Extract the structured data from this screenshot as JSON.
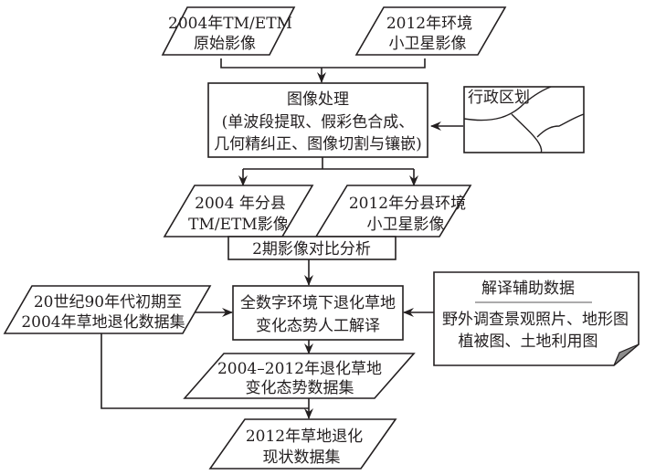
{
  "diagram": {
    "title": "",
    "nodes": {
      "src_2004": {
        "lines": [
          "2004年TM/ETM",
          "原始影像"
        ],
        "shape": "parallelogram"
      },
      "src_2012": {
        "lines": [
          "2012年环境",
          "小卫星影像"
        ],
        "shape": "parallelogram"
      },
      "image_processing": {
        "lines": [
          "图像处理",
          "(单波段提取、假彩色合成、",
          "几何精纠正、图像切割与镶嵌)"
        ],
        "shape": "rectangle"
      },
      "admin_division": {
        "lines": [
          "行政区划"
        ],
        "shape": "map-box"
      },
      "county_2004": {
        "lines": [
          "2004 年分县",
          "TM/ETM影像"
        ],
        "shape": "parallelogram"
      },
      "county_2012": {
        "lines": [
          "2012年分县环境",
          "小卫星影像"
        ],
        "shape": "parallelogram"
      },
      "compare": {
        "lines": [
          "2期影像对比分析"
        ],
        "shape": "rectangle"
      },
      "early_90s": {
        "lines": [
          "20世纪90年代初期至",
          "2004年草地退化数据集"
        ],
        "shape": "parallelogram"
      },
      "interpretation": {
        "lines": [
          "全数字环境下退化草地",
          "变化态势人工解译"
        ],
        "shape": "rectangle"
      },
      "aux_data": {
        "title": "解译辅助数据",
        "lines": [
          "野外调查景观照片、地形图",
          "植被图、土地利用图"
        ],
        "shape": "document"
      },
      "trend_dataset": {
        "lines": [
          "2004–2012年退化草地",
          "变化态势数据集"
        ],
        "shape": "parallelogram"
      },
      "status_2012": {
        "lines": [
          "2012年草地退化",
          "现状数据集"
        ],
        "shape": "parallelogram"
      }
    },
    "edges": [
      {
        "from": "src_2004",
        "to": "image_processing"
      },
      {
        "from": "src_2012",
        "to": "image_processing"
      },
      {
        "from": "admin_division",
        "to": "image_processing"
      },
      {
        "from": "image_processing",
        "to": "county_2004"
      },
      {
        "from": "image_processing",
        "to": "county_2012"
      },
      {
        "from": "compare",
        "to": "interpretation"
      },
      {
        "from": "early_90s",
        "to": "interpretation"
      },
      {
        "from": "aux_data",
        "to": "interpretation"
      },
      {
        "from": "interpretation",
        "to": "trend_dataset"
      },
      {
        "from": "trend_dataset",
        "to": "status_2012"
      },
      {
        "from": "early_90s",
        "to": "status_2012"
      }
    ]
  }
}
